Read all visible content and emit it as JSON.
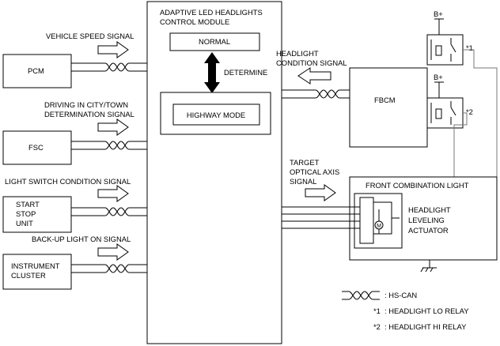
{
  "module": {
    "title_line1": "ADAPTIVE LED HEADLIGHTS",
    "title_line2": "CONTROL MODULE",
    "normal": "NORMAL",
    "highway_mode": "HIGHWAY MODE",
    "determine": "DETERMINE"
  },
  "inputs": [
    {
      "box_label": [
        "PCM"
      ],
      "signal_label": [
        "VEHICLE SPEED SIGNAL"
      ]
    },
    {
      "box_label": [
        "FSC"
      ],
      "signal_label": [
        "DRIVING IN CITY/TOWN",
        "DETERMINATION SIGNAL"
      ]
    },
    {
      "box_label": [
        "START",
        "STOP",
        "UNIT"
      ],
      "signal_label": [
        "LIGHT SWITCH CONDITION SIGNAL"
      ]
    },
    {
      "box_label": [
        "INSTRUMENT",
        "CLUSTER"
      ],
      "signal_label": [
        "BACK-UP LIGHT ON SIGNAL"
      ]
    }
  ],
  "fbcm": {
    "label": "FBCM",
    "signal_label": [
      "HEADLIGHT",
      "CONDITION SIGNAL"
    ]
  },
  "target_signal": [
    "TARGET",
    "OPTICAL AXIS",
    "SIGNAL"
  ],
  "front_combination_light": {
    "label": "FRONT COMBINATION LIGHT",
    "actuator_label": [
      "HEADLIGHT",
      "LEVELING",
      "ACTUATOR"
    ],
    "motor": "M"
  },
  "relays": [
    {
      "supply": "B+",
      "mark": "*1"
    },
    {
      "supply": "B+",
      "mark": "*2"
    }
  ],
  "legend": [
    {
      "mark": "",
      "text": ": HS-CAN"
    },
    {
      "mark": "*1",
      "text": ": HEADLIGHT LO RELAY"
    },
    {
      "mark": "*2",
      "text": ": HEADLIGHT HI RELAY"
    }
  ],
  "icons": [
    "hollow-arrow-icon",
    "double-arrow-icon",
    "twisted-pair-icon",
    "relay-icon",
    "motor-icon",
    "ground-icon"
  ]
}
